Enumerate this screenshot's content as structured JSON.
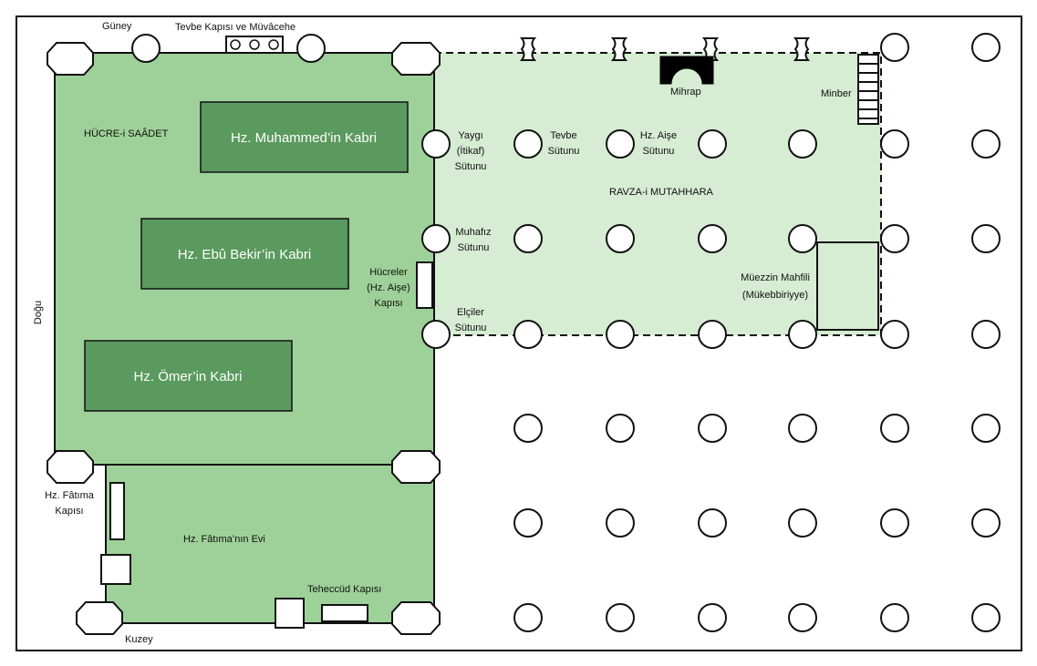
{
  "colors": {
    "hucre_fill": "#9ed199",
    "ravza_fill": "#d6ecd3",
    "tomb_fill": "#5a9a5e",
    "outline": "#111111",
    "tomb_text": "#ffffff"
  },
  "directions": {
    "south": "Güney",
    "east": "Doğu",
    "north": "Kuzey"
  },
  "areas": {
    "hucre": "HÜCRE-i SAÂDET",
    "ravza": "RAVZA-i MUTAHHARA",
    "fatima_house": "Hz. Fâtıma’nın Evi"
  },
  "tombs": {
    "muhammad": "Hz. Muhammed’in Kabri",
    "ebubekir": "Hz. Ebû Bekir’in Kabri",
    "omer": "Hz. Ömer’in Kabri"
  },
  "features": {
    "mihrap": "Mihrap",
    "minber": "Minber",
    "muezzin": [
      "Müezzin Mahfili",
      "(Mükebbiriyye)"
    ]
  },
  "doors": {
    "tevbe_muvacehe": "Tevbe Kapısı ve Müvâcehe",
    "hucreler": [
      "Hücreler",
      "(Hz. Aişe)",
      "Kapısı"
    ],
    "fatima": [
      "Hz. Fâtıma",
      "Kapısı"
    ],
    "teheccud": "Teheccüd Kapısı"
  },
  "columns": {
    "yaygi": [
      "Yaygı",
      "(İtikaf)",
      "Sütunu"
    ],
    "tevbe": [
      "Tevbe",
      "Sütunu"
    ],
    "aise": [
      "Hz. Aişe",
      "Sütunu"
    ],
    "muhafiz": [
      "Muhafız",
      "Sütunu"
    ],
    "elciler": [
      "Elçiler",
      "Sütunu"
    ]
  }
}
